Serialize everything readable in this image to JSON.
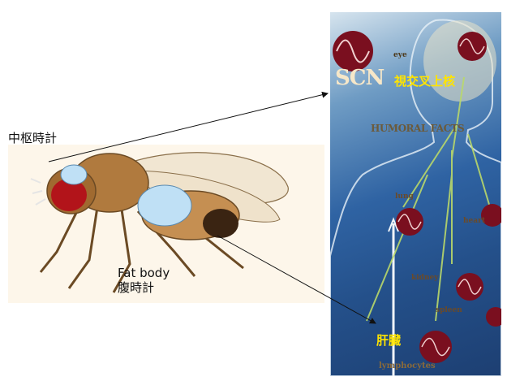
{
  "fly": {
    "central_clock_label": "中枢時計",
    "fat_body_label_en": "Fat body",
    "fat_body_label_ja": "腹時計"
  },
  "human": {
    "scn_text": "SCN",
    "scn_ja": "視交叉上核",
    "eye_text": "eye",
    "humoral_text": "HUMORAL FACTS",
    "lung_text": "lung",
    "heart_text": "heart",
    "kidney_text": "kidney",
    "spleen_text": "spleen",
    "liver_ja": "肝臓",
    "lymph_text": "lymphocytes"
  },
  "colors": {
    "highlight_blue": "#bfe0f5",
    "label_yellow": "#ffe400",
    "clock_red": "#7a0f1f"
  }
}
